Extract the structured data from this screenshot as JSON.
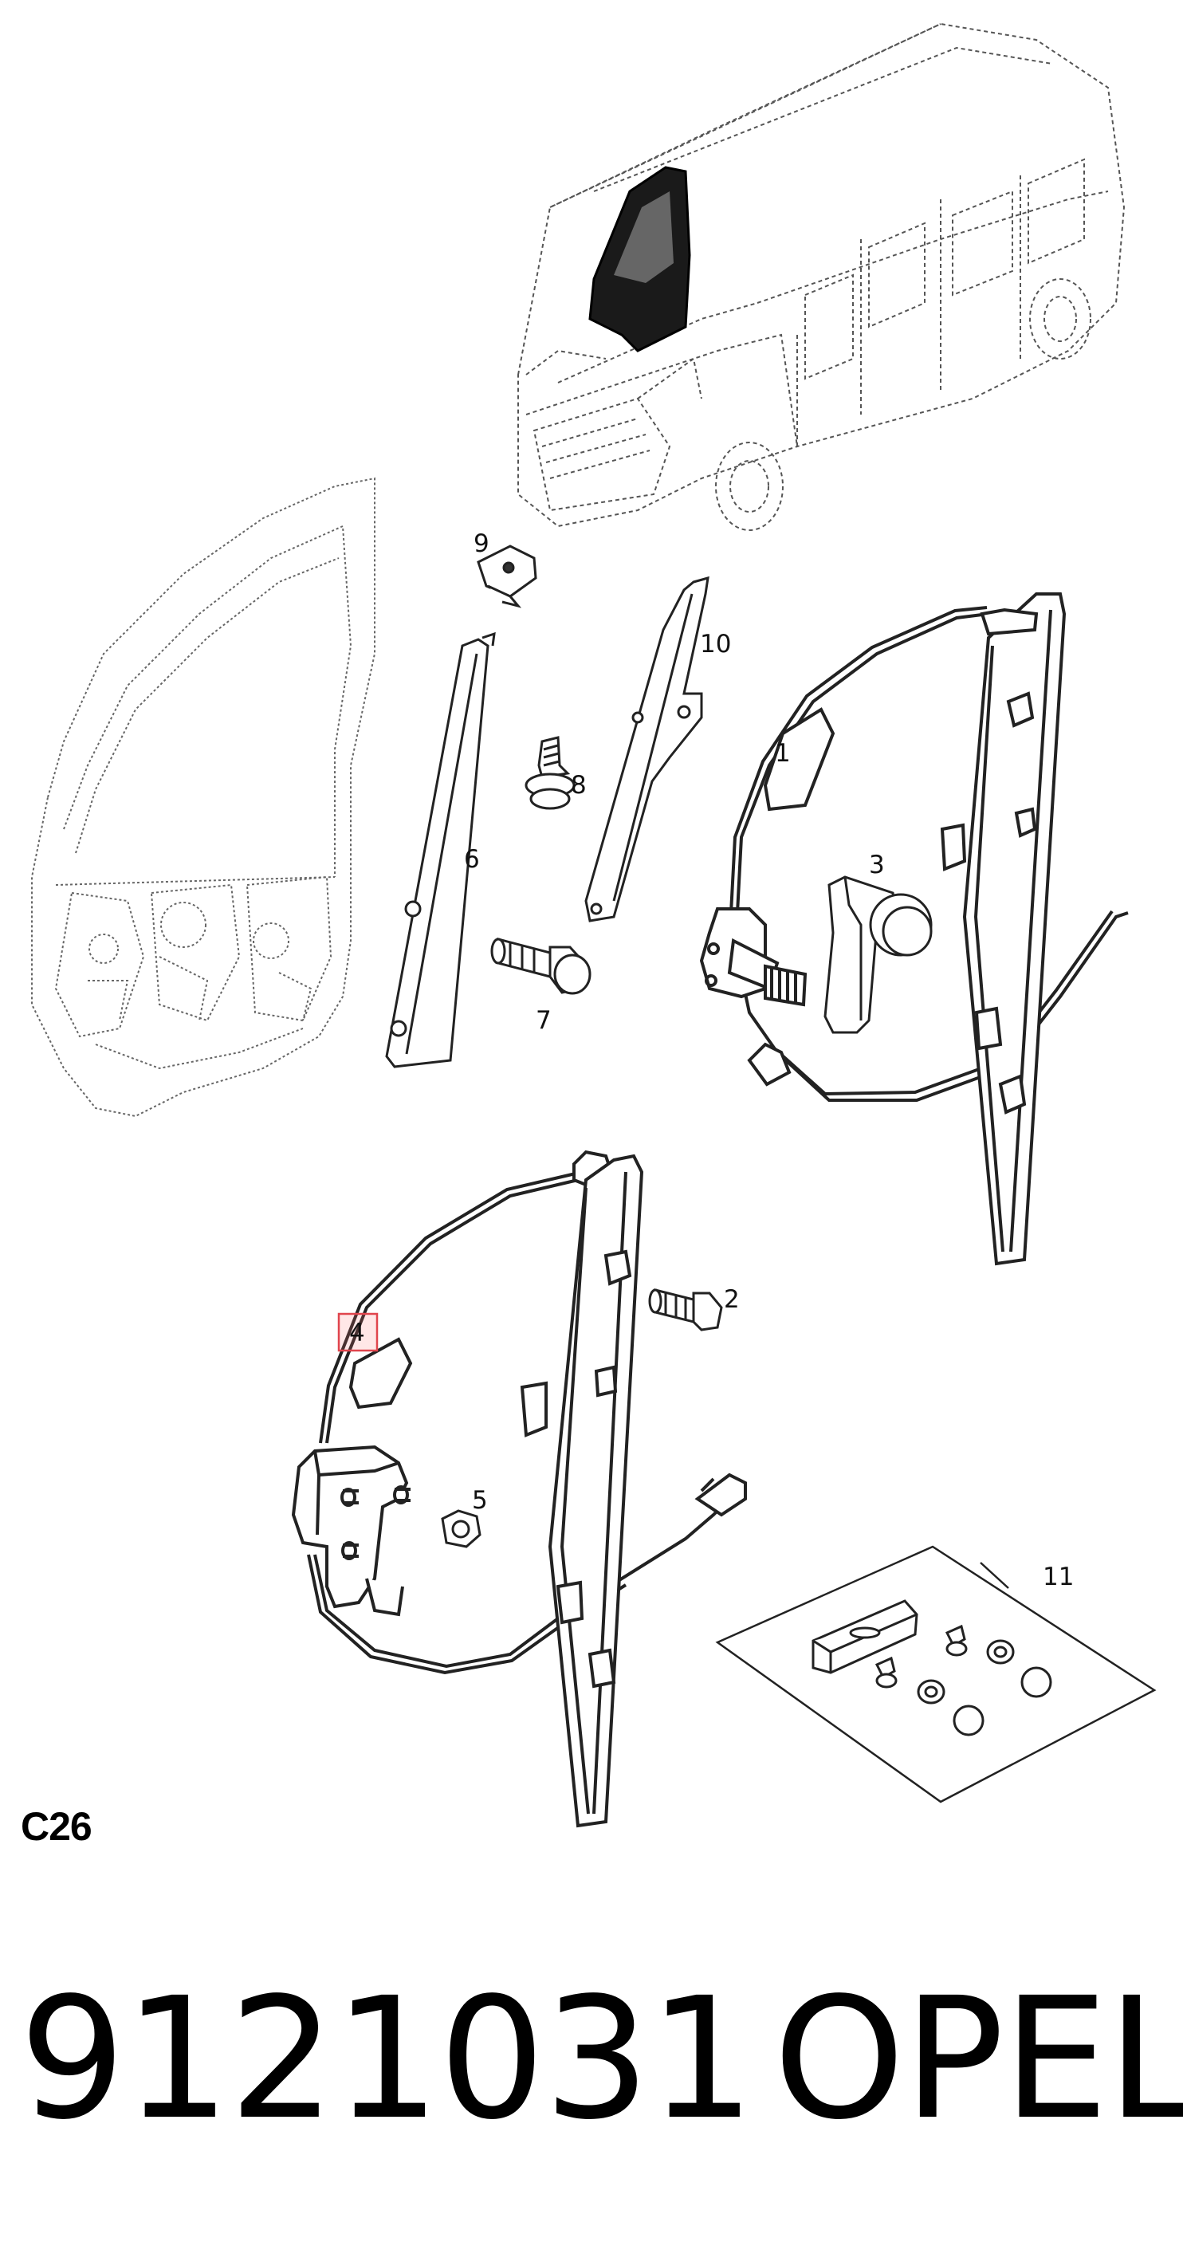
{
  "diagram": {
    "callouts": [
      {
        "id": "1",
        "label": "1"
      },
      {
        "id": "2",
        "label": "2"
      },
      {
        "id": "3",
        "label": "3"
      },
      {
        "id": "4",
        "label": "4",
        "highlighted": true
      },
      {
        "id": "5",
        "label": "5"
      },
      {
        "id": "6",
        "label": "6"
      },
      {
        "id": "7",
        "label": "7"
      },
      {
        "id": "8",
        "label": "8"
      },
      {
        "id": "9",
        "label": "9"
      },
      {
        "id": "10",
        "label": "10"
      },
      {
        "id": "11",
        "label": "11"
      }
    ],
    "section_code": "C26",
    "highlight_color": "#e0454d"
  },
  "footer": {
    "part_number": "9121031",
    "brand": "OPEL"
  }
}
